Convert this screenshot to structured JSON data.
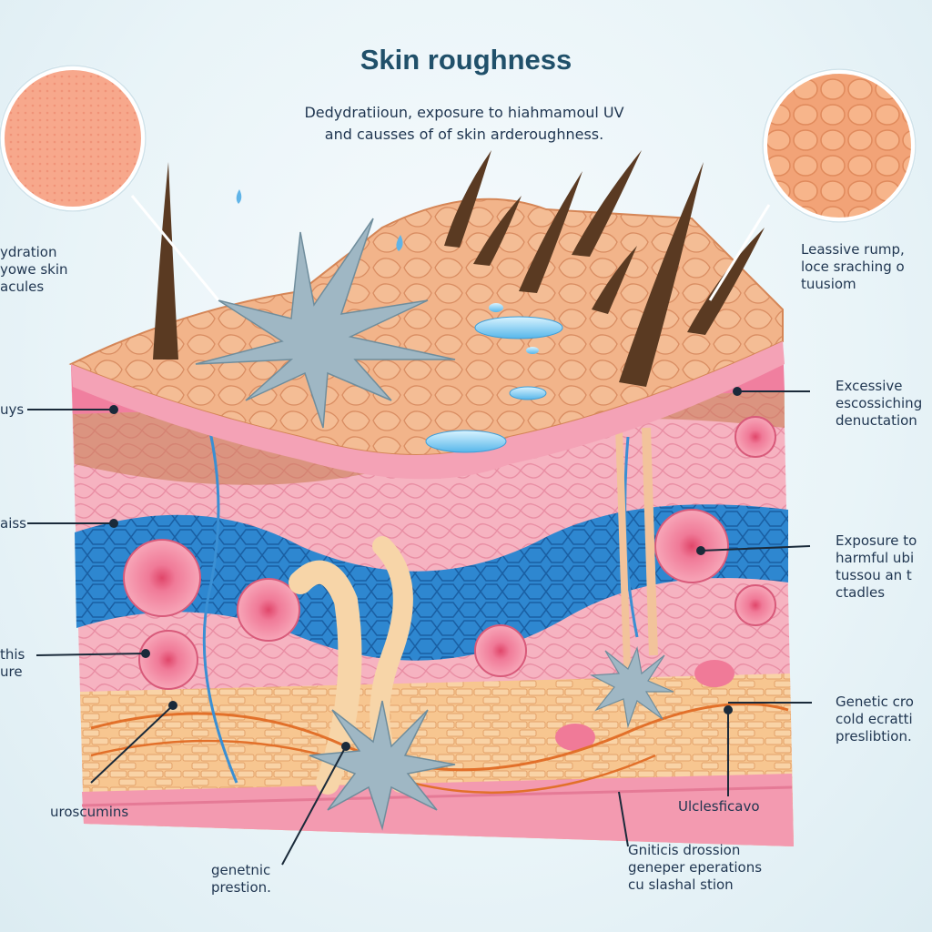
{
  "title": "Skin roughness",
  "subtitle": "Dedydratiioun, exposure to hiahmamoul UV\nand causses of of skin arderoughness.",
  "labels": {
    "left_1": "ydration\nyowe skin\nacules",
    "left_2": "uys",
    "left_3": "aiss",
    "left_4": "this\nure",
    "left_5": "uroscumins",
    "bottom_1": "genetnic\nprestion.",
    "bottom_2": "Ulclesficavo",
    "bottom_3": "Gniticis drossion\ngeneper eperations\ncu slashal stion",
    "right_1": "Leassive rump,\nloce sraching o\ntuusiom",
    "right_2": "Excessive\nescossiching\ndenuctation",
    "right_3": "Exposure to\nharmful ubi\ntussou an t\nctadles",
    "right_4": "Genetic cro\ncold ecratti\npreslibtion."
  },
  "colors": {
    "surface": "#f2b48a",
    "epidermis_pink": "#f29ab0",
    "blue_layer": "#2f86cf",
    "dermis": "#f5a9b8",
    "fat_layer": "#f6c28c",
    "hair": "#5a3a22",
    "spike": "#9fb7c4",
    "leader": "#1a2a3a"
  }
}
